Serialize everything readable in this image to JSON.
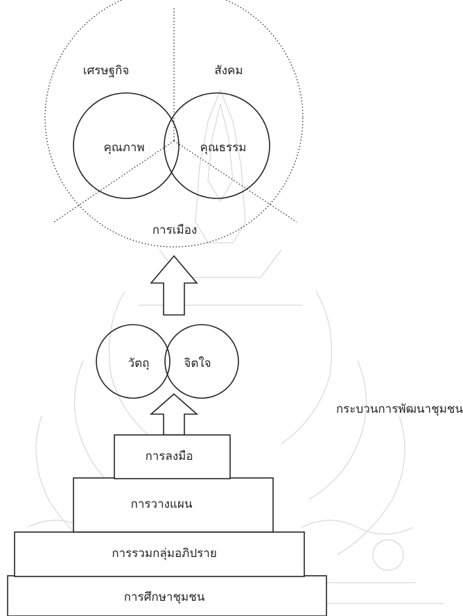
{
  "top_model": {
    "economy": "เศรษฐกิจ",
    "society": "สังคม",
    "quality": "คุณภาพ",
    "morality": "คุณธรรม",
    "politics": "การเมือง"
  },
  "middle": {
    "material": "วัตถุ",
    "mind": "จิตใจ"
  },
  "steps": {
    "action": "การลงมือ",
    "planning": "การวางแผน",
    "group_discussion": "การรวมกลุ่มอภิปราย",
    "community_study": "การศึกษาชุมชน"
  },
  "side_label": "กระบวนการพัฒนาชุมชน",
  "colors": {
    "line": "#222222",
    "watermark": "#d7d7d7",
    "background": "#ffffff"
  }
}
